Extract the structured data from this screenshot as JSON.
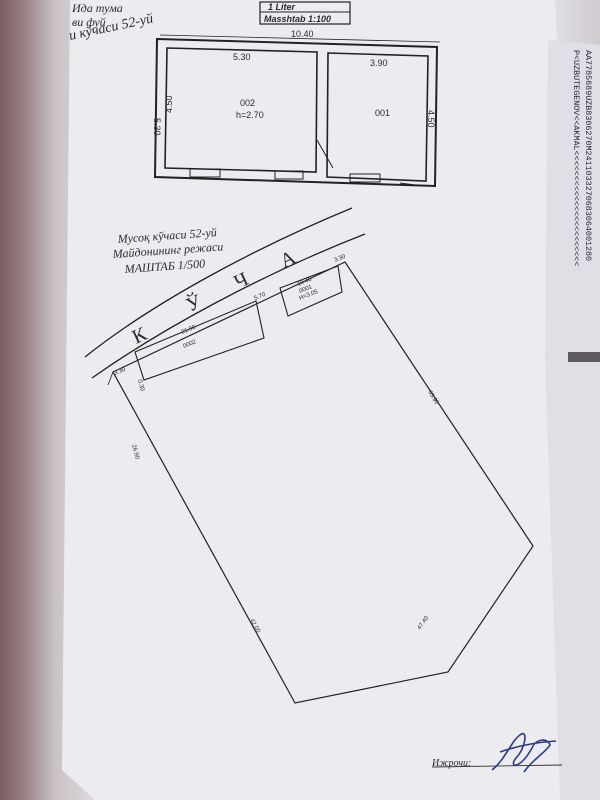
{
  "header_left": {
    "line1": "Ида тума",
    "line2": "ви фуй",
    "line3": "и кўчаси 52-уй"
  },
  "liter_box": {
    "liter": "1  Liter",
    "scale": "Masshtab 1:100"
  },
  "floor_plan": {
    "overall_width": "10.40",
    "overall_depth": "5.30",
    "rooms": [
      {
        "id": "002",
        "height": "h=2.70",
        "width": "5.30",
        "depth": "4.50"
      },
      {
        "id": "001",
        "width": "3.90",
        "depth": "4.50"
      }
    ]
  },
  "site_plan": {
    "title_line1": "Мусоқ кўчаси 52-уй",
    "title_line2": "Майдонининг режаси",
    "scale": "МАШТАБ 1/500",
    "street_letters": [
      "К",
      "Ў",
      "Ч",
      "А"
    ],
    "building_a": {
      "id": "0002",
      "length": "21.90"
    },
    "building_b": {
      "id": "0001",
      "length": "10.40",
      "height": "H=3.05"
    },
    "dims": {
      "gap": "5.70",
      "corner_right": "3.30",
      "corner_left": "3.30",
      "left_setback": "0.30",
      "right_side": "65.90",
      "left_side": "26.90",
      "bottom_left": "42.00",
      "bottom_right": "47.40"
    }
  },
  "passport_mrz": {
    "line1": "P<UZBUTEGENOV<<AKMAL<<<<<<<<<<<<<<<<<<<<<<<",
    "line2": "AA7785689UZB8306270M2411033270683064001280"
  },
  "footer": {
    "executor_label": "Ижрочи:"
  }
}
